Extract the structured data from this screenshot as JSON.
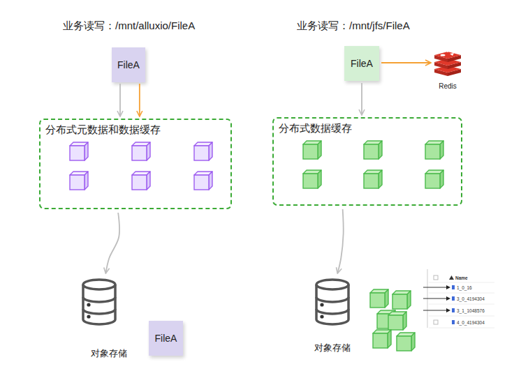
{
  "diagram": {
    "nodes": [
      {
        "text": [
          "FileA"
        ]
      },
      {
        "text": [
          "分布式元数据和数据缓存"
        ]
      },
      {
        "text": [
          "对象存储"
        ]
      },
      {
        "text": [
          "FileA"
        ]
      },
      {
        "text": [
          "FileA"
        ]
      },
      {
        "text": [
          "Redis"
        ]
      },
      {
        "text": [
          "分布式数据缓存"
        ]
      },
      {
        "text": [
          "对象存储"
        ]
      },
      {
        "text": [
          "Name",
          "1_0_16",
          "3_0_4194304",
          "3_1_1048576",
          "4_0_4194304"
        ]
      }
    ],
    "edges": [
      {
        "from": 0,
        "to": 1,
        "arrow": "to"
      },
      {
        "from": 0,
        "to": 1,
        "arrow": "to"
      },
      {
        "from": 1,
        "to": 2,
        "arrow": "to"
      },
      {
        "from": 4,
        "to": 5,
        "arrow": "to"
      },
      {
        "from": 4,
        "to": 6,
        "arrow": "to"
      },
      {
        "from": 6,
        "to": 7,
        "arrow": "to"
      }
    ],
    "labels": [
      "业务读写：/mnt/alluxio/FileA",
      "业务读写：/mnt/jfs/FileA"
    ]
  }
}
